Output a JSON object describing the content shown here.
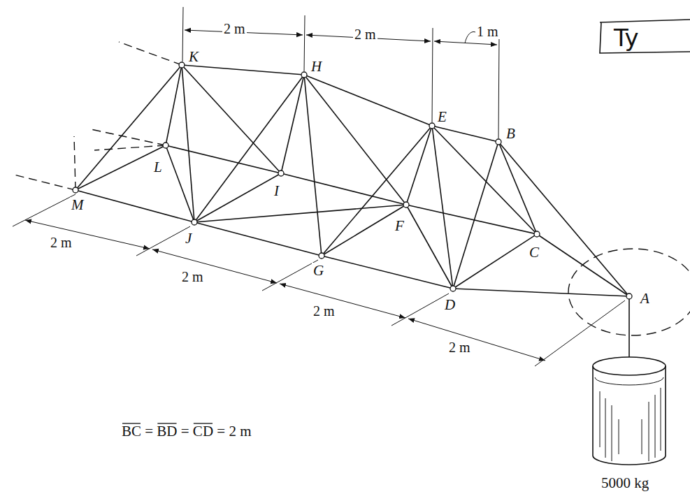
{
  "diagram": {
    "labels": [
      "Ty",
      "2 m",
      "2 m",
      "1 m",
      "K",
      "H",
      "E",
      "B",
      "L",
      "I",
      "F",
      "C",
      "M",
      "J",
      "G",
      "D",
      "A",
      "2 m",
      "2 m",
      "2 m",
      "2 m",
      "BC = BD = CD = 2 m",
      "5000 kg"
    ]
  }
}
